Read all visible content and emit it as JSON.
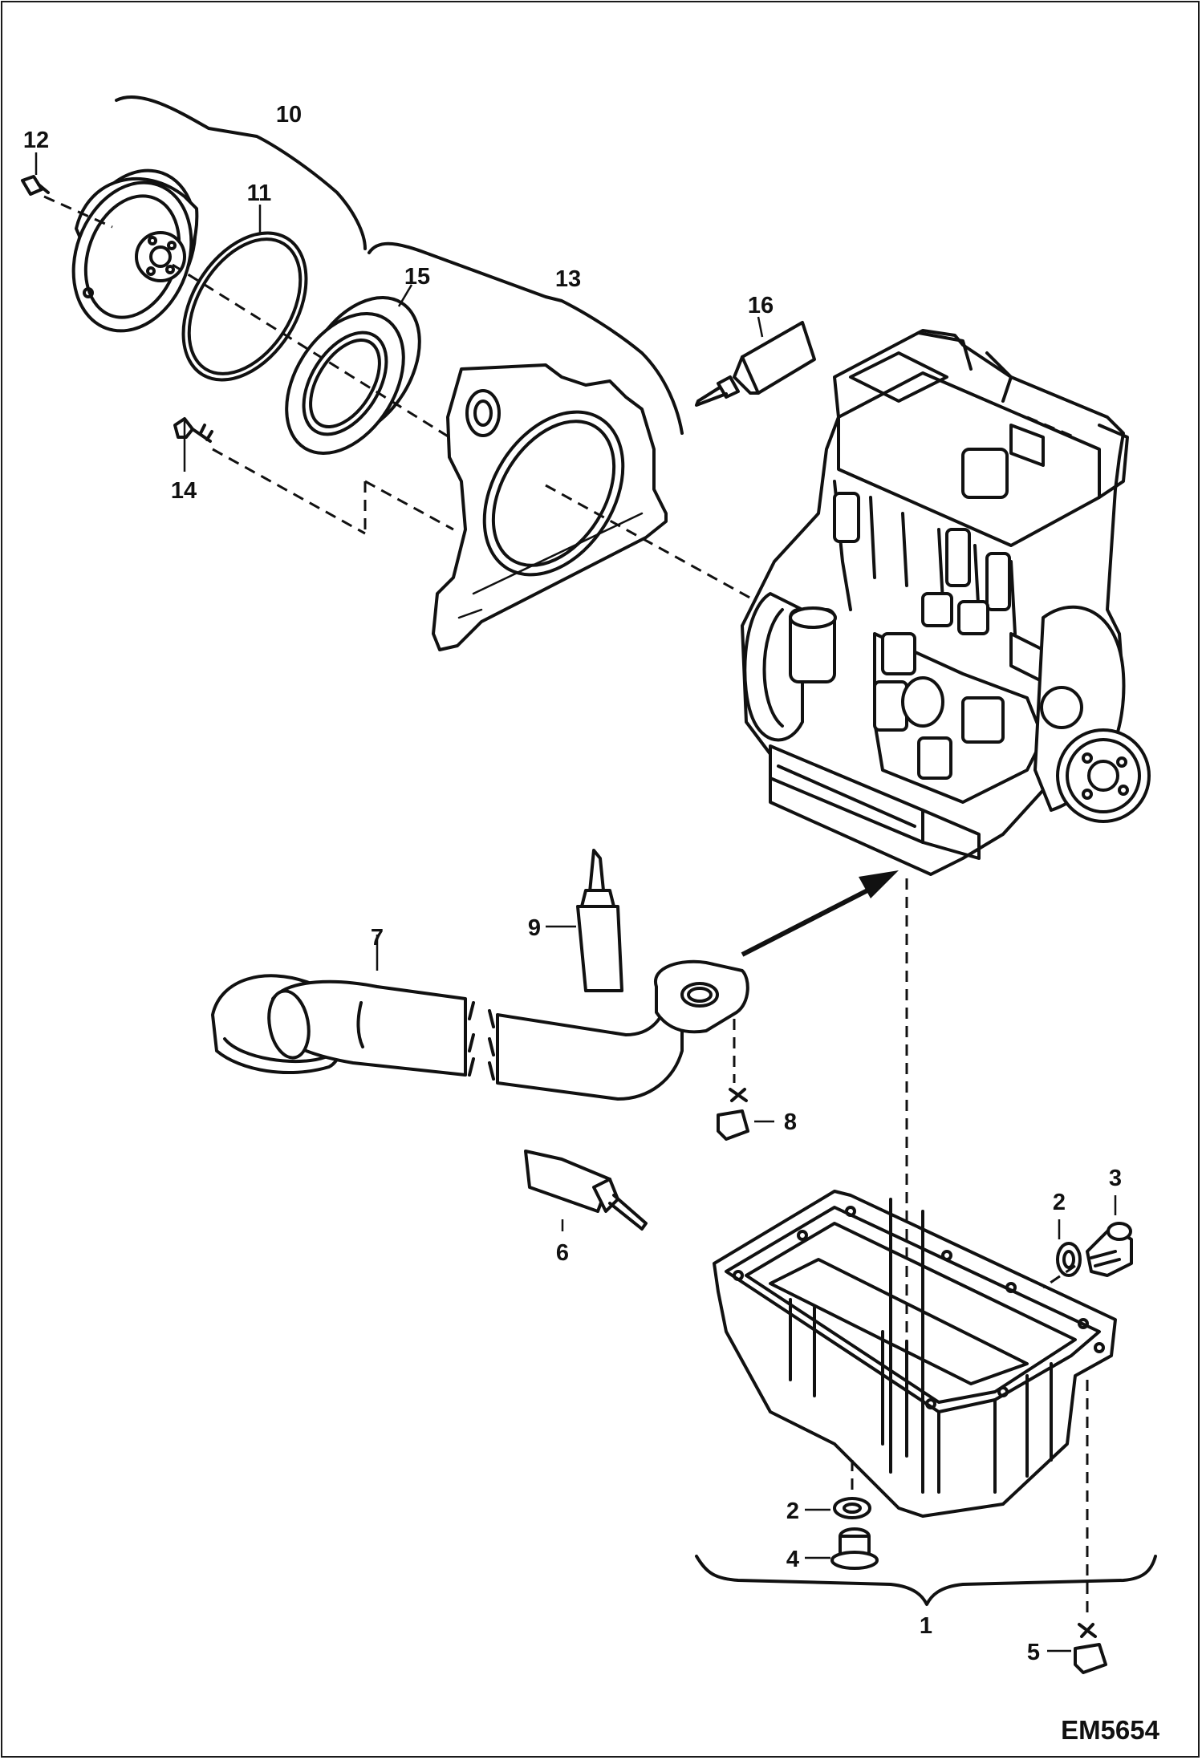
{
  "diagram": {
    "drawing_code": "EM5654",
    "callouts": [
      {
        "id": "c1",
        "label": "1"
      },
      {
        "id": "c2a",
        "label": "2"
      },
      {
        "id": "c2b",
        "label": "2"
      },
      {
        "id": "c3",
        "label": "3"
      },
      {
        "id": "c4",
        "label": "4"
      },
      {
        "id": "c5",
        "label": "5"
      },
      {
        "id": "c6",
        "label": "6"
      },
      {
        "id": "c7",
        "label": "7"
      },
      {
        "id": "c8",
        "label": "8"
      },
      {
        "id": "c9",
        "label": "9"
      },
      {
        "id": "c10",
        "label": "10"
      },
      {
        "id": "c11",
        "label": "11"
      },
      {
        "id": "c12",
        "label": "12"
      },
      {
        "id": "c13",
        "label": "13"
      },
      {
        "id": "c14",
        "label": "14"
      },
      {
        "id": "c15",
        "label": "15"
      },
      {
        "id": "c16",
        "label": "16"
      }
    ]
  }
}
